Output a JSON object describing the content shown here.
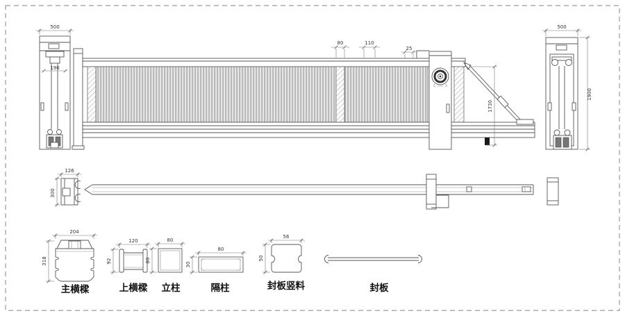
{
  "elevation": {
    "left_post_width": "500",
    "left_post_shaft": "190",
    "panel_gap": "25",
    "infill_width": "80",
    "picket_spacing": "110",
    "brace_height": "1730",
    "right_post_width": "500",
    "right_post_height": "1900"
  },
  "plan": {
    "end_cap_width": "126",
    "end_cap_depth": "300"
  },
  "profiles": [
    {
      "label": "主横樑",
      "width": "204",
      "height": "318"
    },
    {
      "label": "上横樑",
      "width": "120",
      "height": "92"
    },
    {
      "label": "立柱",
      "width": "80",
      "height": "80"
    },
    {
      "label": "隔柱",
      "width": "80",
      "height": "30"
    },
    {
      "label": "封板竖料",
      "width": "56",
      "height": "50"
    },
    {
      "label": "封板",
      "width": "",
      "height": ""
    }
  ],
  "colors": {
    "line": "#555555",
    "dim_text": "#333333",
    "background": "#ffffff"
  }
}
